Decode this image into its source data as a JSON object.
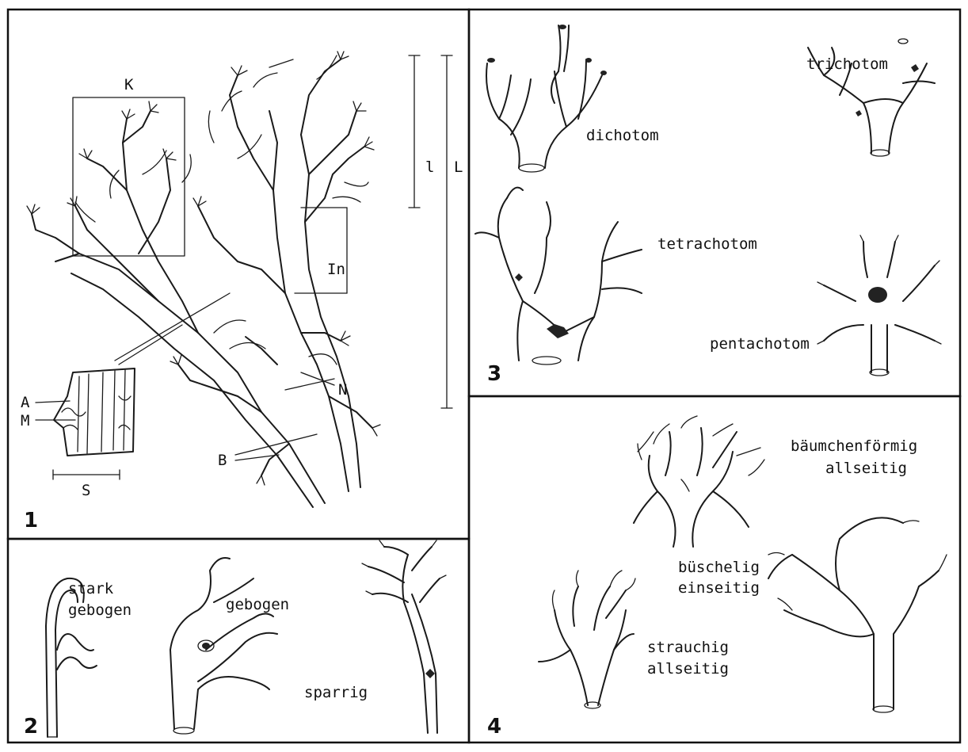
{
  "panels": [
    {
      "number": "1",
      "labels": {
        "K": "K",
        "l": "l",
        "L": "L",
        "In": "In",
        "N": "N",
        "B": "B",
        "A": "A",
        "M": "M",
        "S": "S"
      }
    },
    {
      "number": "2",
      "labels": {
        "stark": "stark",
        "gebogen1": "gebogen",
        "gebogen2": "gebogen",
        "sparrig": "sparrig"
      }
    },
    {
      "number": "3",
      "labels": {
        "dichotom": "dichotom",
        "trichotom": "trichotom",
        "tetrachotom": "tetrachotom",
        "pentachotom": "pentachotom"
      }
    },
    {
      "number": "4",
      "labels": {
        "baeumchen": "bäumchenförmig",
        "allseitig1": "allseitig",
        "bueschelig": "büschelig",
        "einseitig": "einseitig",
        "strauchig": "strauchig",
        "allseitig2": "allseitig"
      }
    }
  ]
}
